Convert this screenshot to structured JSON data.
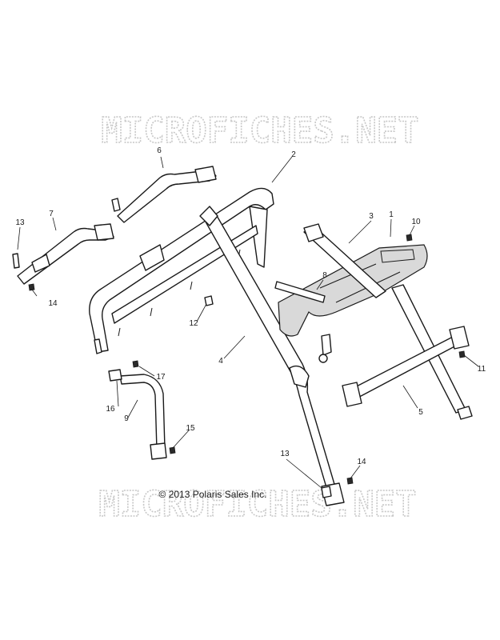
{
  "watermark": {
    "top": "MICROFICHES.NET",
    "bottom": "MICROFICHES.NET"
  },
  "copyright": "© 2013 Polaris Sales Inc.",
  "callouts": {
    "c1": "1",
    "c2": "2",
    "c3": "3",
    "c4": "4",
    "c5": "5",
    "c6": "6",
    "c7": "7",
    "c8": "8",
    "c9": "9",
    "c10": "10",
    "c11": "11",
    "c12": "12",
    "c13a": "13",
    "c13b": "13",
    "c14a": "14",
    "c14b": "14",
    "c15": "15",
    "c16": "16",
    "c17": "17"
  },
  "colors": {
    "line": "#1a1a1a",
    "watermark": "#c8c8c8",
    "background": "#ffffff"
  }
}
